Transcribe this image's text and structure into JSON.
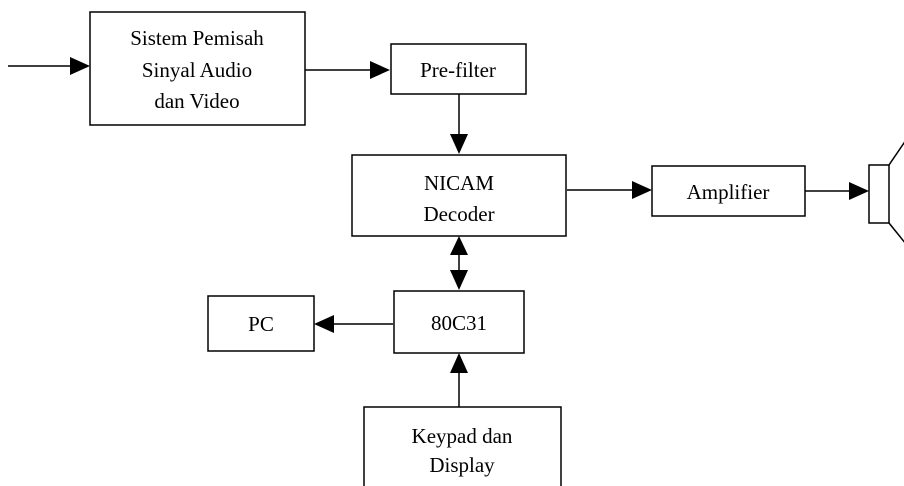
{
  "diagram": {
    "blocks": {
      "separator": {
        "lines": [
          "Sistem Pemisah",
          "Sinyal Audio",
          "dan Video"
        ]
      },
      "prefilter": {
        "lines": [
          "Pre-filter"
        ]
      },
      "nicam": {
        "lines": [
          "NICAM",
          "Decoder"
        ]
      },
      "amplifier": {
        "lines": [
          "Amplifier"
        ]
      },
      "mcu": {
        "lines": [
          "80C31"
        ]
      },
      "pc": {
        "lines": [
          "PC"
        ]
      },
      "keypad": {
        "lines": [
          "Keypad dan",
          "Display"
        ]
      }
    },
    "connections": [
      {
        "from": "input",
        "to": "separator",
        "direction": "forward"
      },
      {
        "from": "separator",
        "to": "prefilter",
        "direction": "forward"
      },
      {
        "from": "prefilter",
        "to": "nicam",
        "direction": "forward"
      },
      {
        "from": "nicam",
        "to": "amplifier",
        "direction": "forward"
      },
      {
        "from": "amplifier",
        "to": "speaker",
        "direction": "forward"
      },
      {
        "from": "nicam",
        "to": "mcu",
        "direction": "bidirectional"
      },
      {
        "from": "mcu",
        "to": "pc",
        "direction": "forward"
      },
      {
        "from": "keypad",
        "to": "mcu",
        "direction": "forward"
      }
    ],
    "speaker_icon": "speaker-icon"
  }
}
